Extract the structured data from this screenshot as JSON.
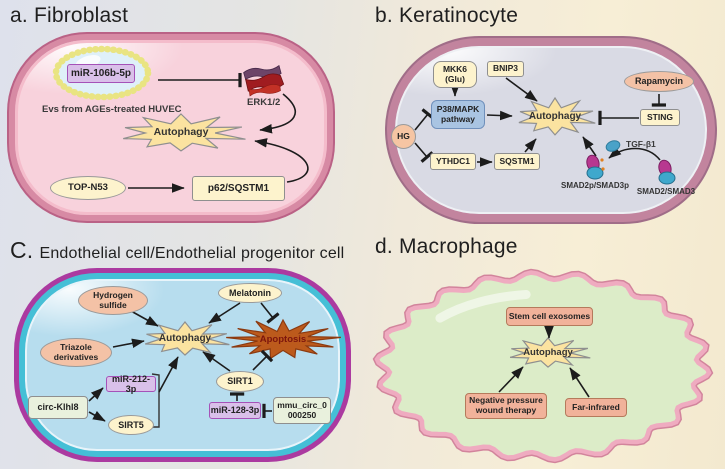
{
  "panels": {
    "a": {
      "title": "a. Fibroblast",
      "nodes": {
        "mir106b": "miR-106b-5p",
        "ev_caption": "Evs from AGEs-treated HUVEC",
        "erk": "ERK1/2",
        "autophagy": "Autophagy",
        "top_n53": "TOP-N53",
        "p62": "p62/SQSTM1"
      }
    },
    "b": {
      "title": "b. Keratinocyte",
      "nodes": {
        "mkk6": "MKK6\n(Glu)",
        "bnip3": "BNIP3",
        "p38": "P38/MAPK\npathway",
        "hg": "HG",
        "ythdc1": "YTHDC1",
        "sqstm1": "SQSTM1",
        "autophagy": "Autophagy",
        "rapamycin": "Rapamycin",
        "sting": "STING",
        "tgfb1": "TGF-β1",
        "smad_p": "SMAD2p/SMAD3p",
        "smad": "SMAD2/SMAD3"
      }
    },
    "c": {
      "title_letter": "C.",
      "title_text": "Endothelial cell/Endothelial progenitor cell",
      "nodes": {
        "h2s": "Hydrogen\nsulfide",
        "melatonin": "Melatonin",
        "triazole": "Triazole\nderivatives",
        "autophagy": "Autophagy",
        "apoptosis": "Apoptosis",
        "sirt1": "SIRT1",
        "circ_klhl8": "circ-Klhl8",
        "mir212": "miR-212-3p",
        "sirt5": "SIRT5",
        "mir128": "miR-128-3p",
        "mmu_circ": "mmu_circ_0\n000250"
      }
    },
    "d": {
      "title": "d. Macrophage",
      "nodes": {
        "exosomes": "Stem cell exosomes",
        "autophagy": "Autophagy",
        "npwt": "Negative pressure\nwound therapy",
        "far_infrared": "Far-infrared"
      }
    }
  },
  "colors": {
    "autophagy_star": "#fbe3a0",
    "apoptosis_star": "#bc5a1c",
    "fibroblast_cell": "#f8d2dc",
    "keratinocyte_cell": "#d9dae4",
    "endothelial_cell": "#b7ddee",
    "macrophage_cell": "#dcecc8",
    "mirna_box": "#d9c0e9",
    "peach_node": "#f4c2a6",
    "yellow_node": "#fdf3cd",
    "green_node": "#e9f1dd",
    "blue_node": "#a9c4e2",
    "orange_node": "#f1b29a"
  }
}
